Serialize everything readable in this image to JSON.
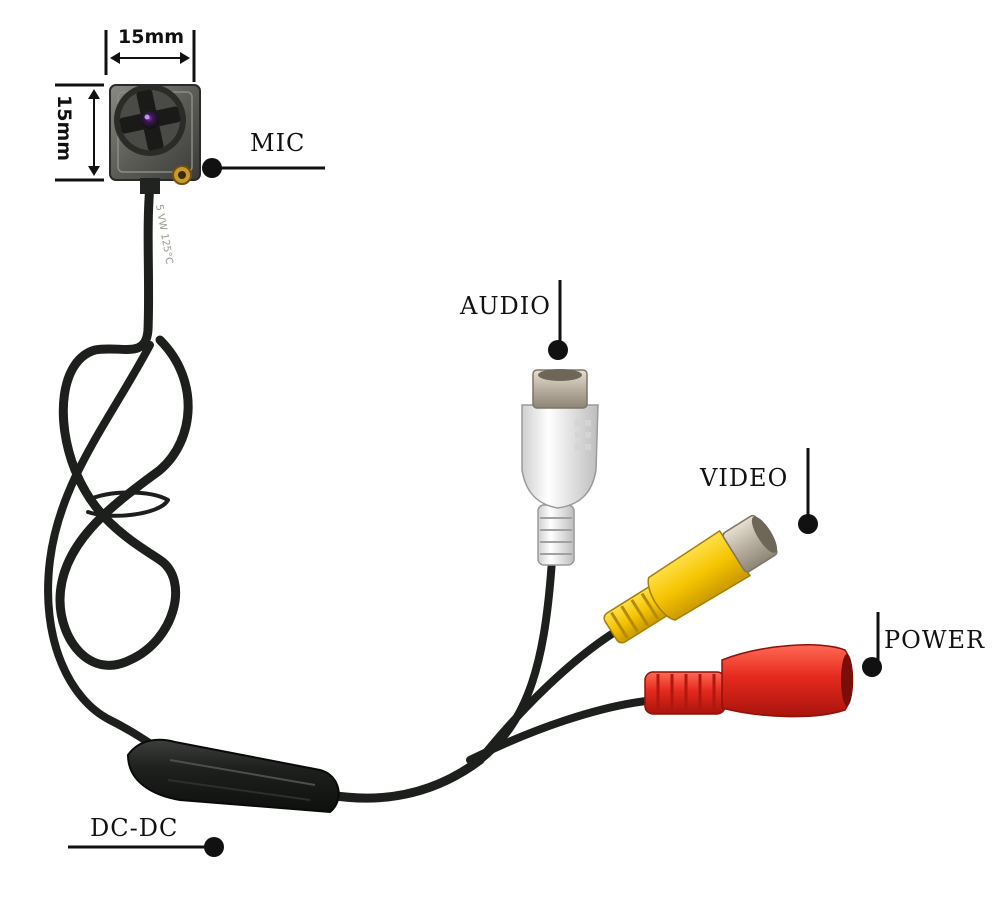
{
  "dimensions": {
    "width_label": "15mm",
    "height_label": "15mm"
  },
  "callouts": {
    "mic": "MIC",
    "audio": "AUDIO",
    "video": "VIDEO",
    "power": "POWER",
    "dcdc": "DC-DC"
  },
  "cable_print": "5 VW 125°C",
  "colors": {
    "cable": "#1c1f1b",
    "audio_plug": "#f2f2f2",
    "video_plug": "#f5c400",
    "power_plug": "#e5291e",
    "metal": "#c9c2b5",
    "camera_body": "#6b6b66"
  }
}
